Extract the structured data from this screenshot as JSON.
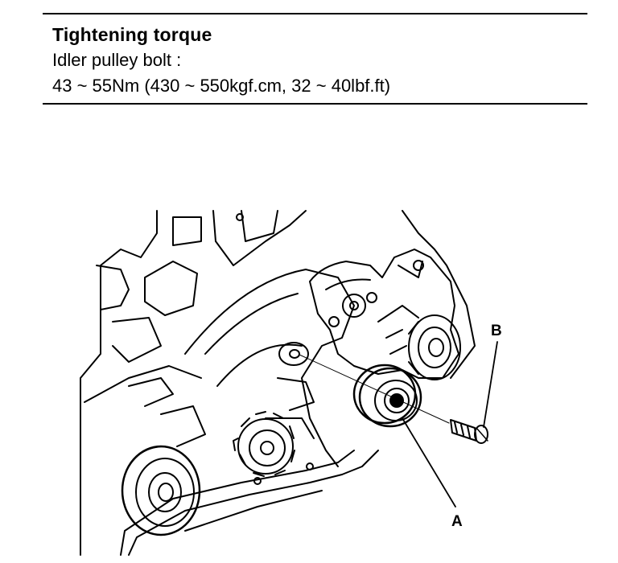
{
  "spec": {
    "title": "Tightening torque",
    "line1": "Idler pulley bolt :",
    "line2": "43 ~ 55Nm (430 ~ 550kgf.cm, 32 ~ 40lbf.ft)"
  },
  "callouts": {
    "a": "A",
    "b": "B"
  }
}
